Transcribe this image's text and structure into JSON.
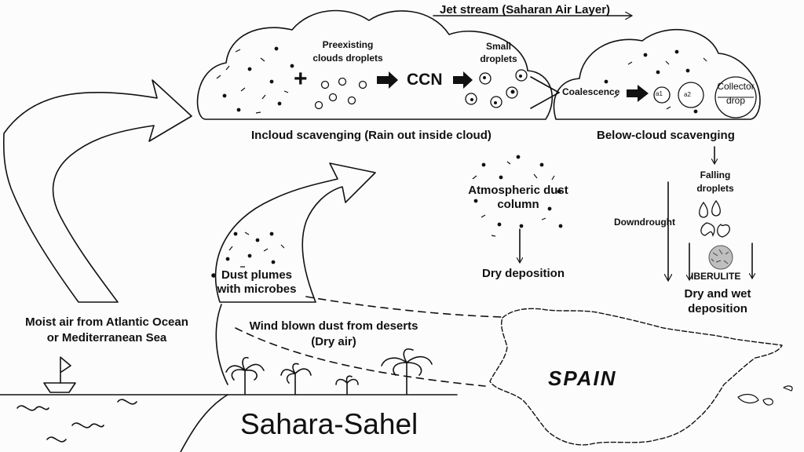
{
  "jet_stream": "Jet stream (Saharan Air Layer)",
  "cloud_left": {
    "plus": "+",
    "preexisting_line1": "Preexisting",
    "preexisting_line2": "clouds droplets",
    "ccn": "CCN",
    "small_line1": "Small",
    "small_line2": "droplets"
  },
  "cloud_right": {
    "coalescence": "Coalescence",
    "a1": "a1",
    "a2": "a2",
    "collector_line1": "Collector",
    "collector_line2": "drop"
  },
  "incloud_scavenging": "Incloud scavenging (Rain out inside cloud)",
  "below_cloud_scavenging": "Below-cloud scavenging",
  "falling_line1": "Falling",
  "falling_line2": "droplets",
  "downdrought": "Downdrought",
  "iberulite": "IBERULITE",
  "dry_wet_line1": "Dry and wet",
  "dry_wet_line2": "deposition",
  "atmospheric_line1": "Atmospheric dust",
  "atmospheric_line2": "column",
  "dry_deposition": "Dry deposition",
  "dust_plumes_line1": "Dust plumes",
  "dust_plumes_line2": "with microbes",
  "moist_air_line1": "Moist air from Atlantic Ocean",
  "moist_air_line2": "or Mediterranean Sea",
  "wind_blown_line1": "Wind blown dust from deserts",
  "wind_blown_line2": "(Dry air)",
  "spain": "SPAIN",
  "sahara": "Sahara-Sahel"
}
